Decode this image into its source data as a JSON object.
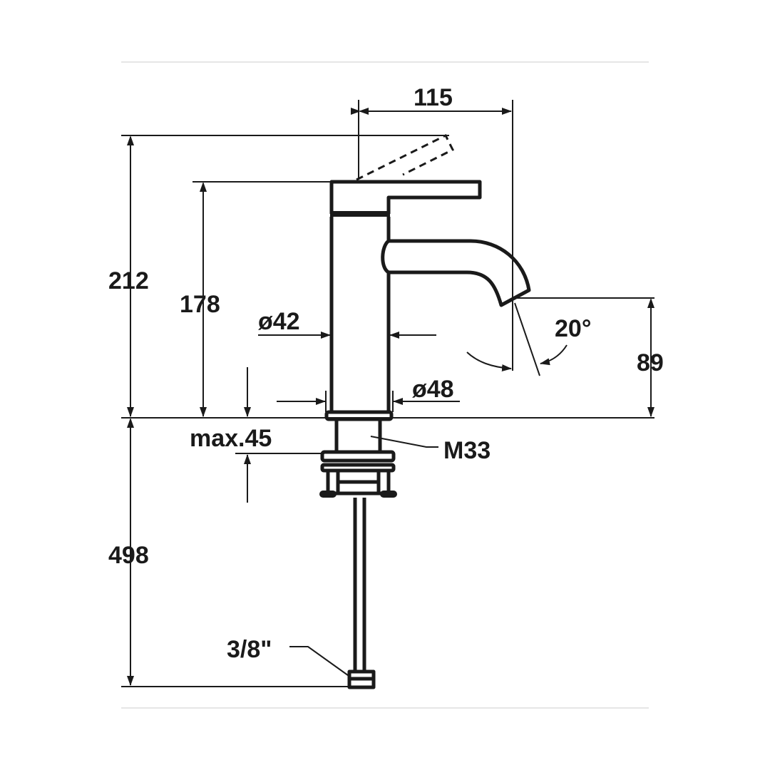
{
  "drawing": {
    "dimensions": {
      "spout_reach": "115",
      "total_height": "212",
      "body_height": "178",
      "body_diameter": "ø42",
      "spout_angle": "20°",
      "spout_height": "89",
      "base_diameter": "ø48",
      "max_deck_thickness": "max.45",
      "thread": "M33",
      "hose_length": "498",
      "hose_connection": "3/8\""
    },
    "colors": {
      "line": "#1a1a1a",
      "frame": "#e6e6e6"
    }
  }
}
